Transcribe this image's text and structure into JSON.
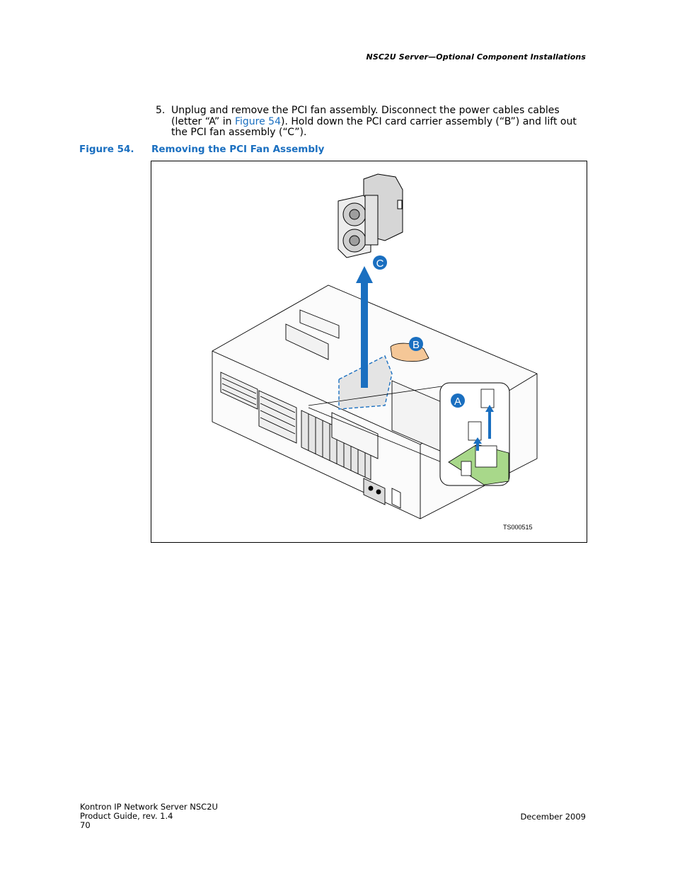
{
  "header": {
    "running_title": "NSC2U Server—Optional Component Installations"
  },
  "step": {
    "number": "5.",
    "text_before": "Unplug and remove the PCI fan assembly. Disconnect the power cables cables (letter “A” in ",
    "link": "Figure 54",
    "text_after": "). Hold down the PCI card carrier assembly (“B”) and lift out the PCI fan assembly (“C”)."
  },
  "figure": {
    "label": "Figure 54.",
    "title": "Removing the PCI Fan Assembly",
    "callouts": [
      "A",
      "B",
      "C"
    ],
    "id": "TS000515",
    "colors": {
      "arrow": "#1a6fc0",
      "board": "#a8d88a",
      "carrier": "#e4e4e4",
      "hand": "#f5c797"
    }
  },
  "footer": {
    "line1": "Kontron IP Network Server NSC2U",
    "line2": "Product Guide, rev. 1.4",
    "page": "70",
    "date": "December 2009"
  }
}
